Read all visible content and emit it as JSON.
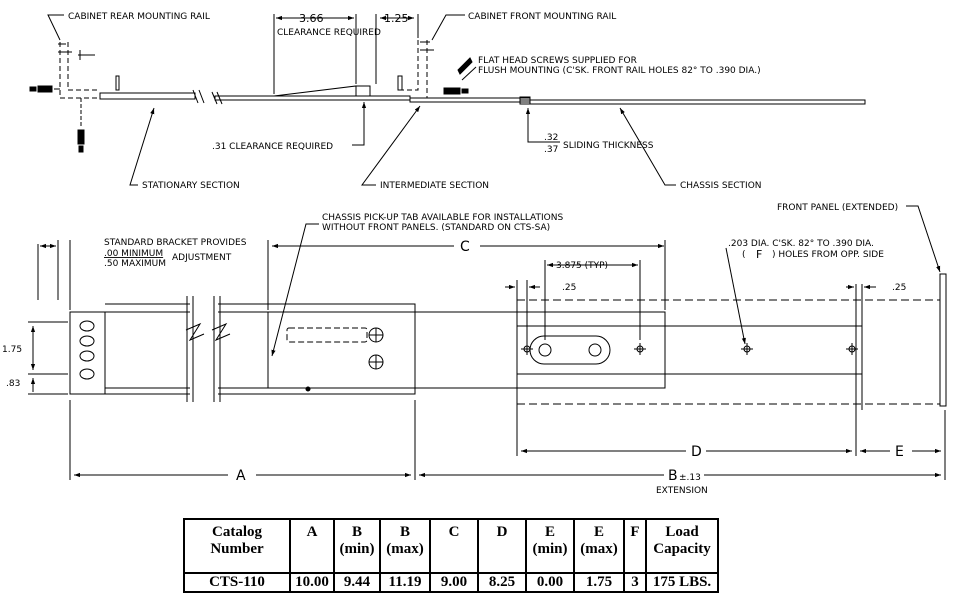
{
  "top_view": {
    "rear_rail": "CABINET REAR MOUNTING RAIL",
    "front_rail": "CABINET FRONT MOUNTING RAIL",
    "dim_366": "3.66",
    "clearance_required": "CLEARANCE REQUIRED",
    "dim_125": "1.25",
    "screws_line1": "FLAT HEAD SCREWS SUPPLIED FOR",
    "screws_line2": "FLUSH MOUNTING (C'SK. FRONT RAIL HOLES 82° TO .390 DIA.)",
    "clearance_031": ".31 CLEARANCE REQUIRED",
    "sliding_top": ".32",
    "sliding_bottom": ".37",
    "sliding_label": "SLIDING THICKNESS",
    "stationary": "STATIONARY SECTION",
    "intermediate": "INTERMEDIATE SECTION",
    "chassis": "CHASSIS SECTION"
  },
  "side_view": {
    "front_panel": "FRONT PANEL (EXTENDED)",
    "pickup_line1": "CHASSIS PICK-UP TAB AVAILABLE FOR INSTALLATIONS",
    "pickup_line2": "WITHOUT FRONT PANELS. (STANDARD ON CTS-SA)",
    "bracket_line1": "STANDARD BRACKET PROVIDES",
    "bracket_min": ".00 MINIMUM",
    "bracket_adjust": "ADJUSTMENT",
    "bracket_max": ".50 MAXIMUM",
    "dim_c": "C",
    "hole_line1": ".203 DIA. C'SK. 82° TO .390 DIA.",
    "hole_paren_open": "(",
    "hole_f": "F",
    "hole_line2_rest": ") HOLES FROM OPP. SIDE",
    "dim_3875": "3.875 (TYP)",
    "dim_025_a": ".25",
    "dim_025_b": ".25",
    "dim_175": "1.75",
    "dim_083": ".83",
    "dim_a": "A",
    "dim_b": "B",
    "b_tol": "±.13",
    "extension": "EXTENSION",
    "dim_d": "D",
    "dim_e": "E"
  },
  "spec_table": {
    "headers": {
      "catalog_1": "Catalog",
      "catalog_2": "Number",
      "a": "A",
      "b_min_1": "B",
      "b_min_2": "(min)",
      "b_max_1": "B",
      "b_max_2": "(max)",
      "c": "C",
      "d": "D",
      "e_min_1": "E",
      "e_min_2": "(min)",
      "e_max_1": "E",
      "e_max_2": "(max)",
      "f": "F",
      "load_1": "Load",
      "load_2": "Capacity"
    },
    "row": {
      "catalog": "CTS-110",
      "a": "10.00",
      "b_min": "9.44",
      "b_max": "11.19",
      "c": "9.00",
      "d": "8.25",
      "e_min": "0.00",
      "e_max": "1.75",
      "f": "3",
      "load": "175 LBS."
    }
  }
}
